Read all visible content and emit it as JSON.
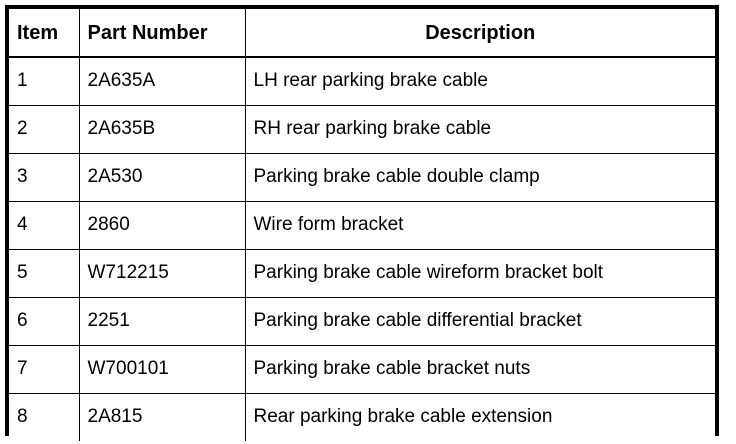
{
  "table": {
    "columns": [
      {
        "key": "item",
        "label": "Item",
        "align": "left"
      },
      {
        "key": "part_number",
        "label": "Part Number",
        "align": "left"
      },
      {
        "key": "description",
        "label": "Description",
        "align": "center"
      }
    ],
    "rows": [
      {
        "item": "1",
        "part_number": "2A635A",
        "description": "LH rear parking brake cable"
      },
      {
        "item": "2",
        "part_number": "2A635B",
        "description": "RH rear parking brake cable"
      },
      {
        "item": "3",
        "part_number": "2A530",
        "description": "Parking brake cable double clamp"
      },
      {
        "item": "4",
        "part_number": "2860",
        "description": "Wire form bracket"
      },
      {
        "item": "5",
        "part_number": "W712215",
        "description": "Parking brake cable wireform bracket bolt"
      },
      {
        "item": "6",
        "part_number": "2251",
        "description": "Parking brake cable differential bracket"
      },
      {
        "item": "7",
        "part_number": "W700101",
        "description": "Parking brake cable bracket nuts"
      },
      {
        "item": "8",
        "part_number": "2A815",
        "description": "Rear parking brake cable extension"
      }
    ]
  },
  "style": {
    "border_color": "#000000",
    "background": "#ffffff",
    "text_color": "#000000"
  }
}
